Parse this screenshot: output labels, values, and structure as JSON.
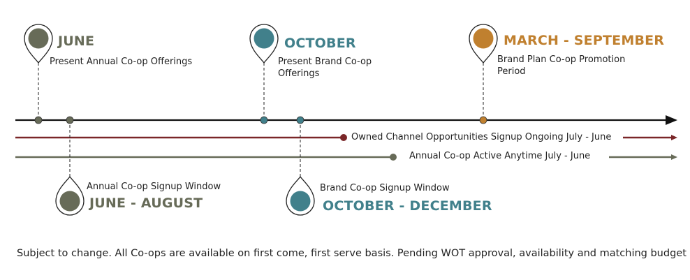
{
  "colors": {
    "olive": "#676b58",
    "teal": "#41808b",
    "orange": "#c0802f",
    "maroon": "#7a2628",
    "axis": "#111111"
  },
  "milestones": {
    "june": {
      "title": "JUNE",
      "desc": "Present Annual Co-op Offerings",
      "icon": "map-pin-icon"
    },
    "october": {
      "title": "OCTOBER",
      "desc_line1": "Present Brand Co-op",
      "desc_line2": "Offerings",
      "icon": "map-pin-icon"
    },
    "march_sept": {
      "title": "MARCH - SEPTEMBER",
      "desc_line1": "Brand Plan Co-op Promotion",
      "desc_line2": "Period",
      "icon": "map-pin-icon"
    },
    "june_aug": {
      "title": "JUNE - AUGUST",
      "desc": "Annual Co-op Signup Window",
      "icon": "map-pin-icon"
    },
    "oct_dec": {
      "title": "OCTOBER - DECEMBER",
      "desc": "Brand Co-op Signup Window",
      "icon": "map-pin-icon"
    }
  },
  "tracks": {
    "owned_channel": "Owned Channel Opportunities Signup Ongoing July - June",
    "annual_active": "Annual Co-op Active Anytime July - June"
  },
  "footer": "Subject to change. All Co-ops are available on first come, first serve basis. Pending WOT approval, availability and matching budget"
}
